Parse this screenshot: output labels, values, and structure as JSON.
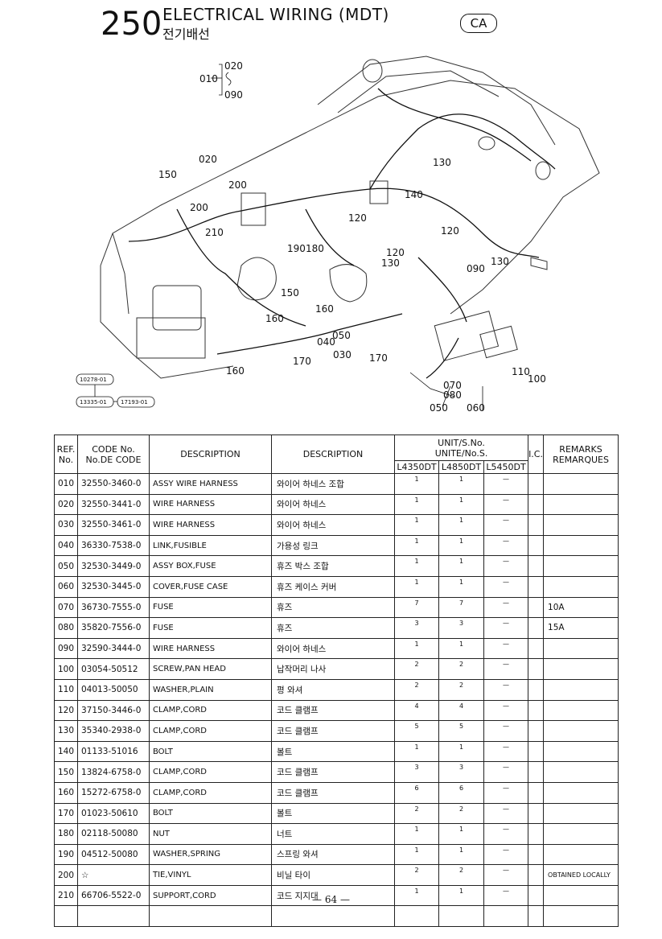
{
  "header": {
    "page_number": "250",
    "title_en": "ELECTRICAL WIRING (MDT)",
    "title_ko": "전기배선",
    "badge": "CA"
  },
  "diagram": {
    "callouts": [
      "010",
      "020",
      "090",
      "150",
      "020",
      "200",
      "200",
      "210",
      "190",
      "180",
      "120",
      "140",
      "130",
      "120",
      "120",
      "130",
      "090",
      "130",
      "150",
      "160",
      "160",
      "040",
      "050",
      "030",
      "170",
      "170",
      "160",
      "110",
      "100",
      "070",
      "080",
      "050",
      "060"
    ],
    "ref_boxes": [
      "10278-01",
      "13335-01",
      "17193-01"
    ]
  },
  "table": {
    "headers": {
      "ref": "REF.",
      "no": "No.",
      "code1": "CODE No.",
      "code2": "No.DE CODE",
      "desc_en": "DESCRIPTION",
      "desc_ko": "DESCRIPTION",
      "unit1": "UNIT/S.No.",
      "unit2": "UNITE/No.S.",
      "models": [
        "L4350DT",
        "L4850DT",
        "L5450DT"
      ],
      "ic": "I.C.",
      "remarks1": "REMARKS",
      "remarks2": "REMARQUES"
    },
    "rows": [
      {
        "ref": "010",
        "code": "32550-3460-0",
        "desc": "ASSY WIRE HARNESS",
        "ko": "와이어 하네스 조합",
        "q": [
          "1",
          "1",
          "—"
        ],
        "remarks": ""
      },
      {
        "ref": "020",
        "code": "32550-3441-0",
        "desc": "WIRE HARNESS",
        "ko": "와이어 하네스",
        "q": [
          "1",
          "1",
          "—"
        ],
        "remarks": ""
      },
      {
        "ref": "030",
        "code": "32550-3461-0",
        "desc": "WIRE HARNESS",
        "ko": "와이어 하네스",
        "q": [
          "1",
          "1",
          "—"
        ],
        "remarks": ""
      },
      {
        "ref": "040",
        "code": "36330-7538-0",
        "desc": "LINK,FUSIBLE",
        "ko": "가용성 링크",
        "q": [
          "1",
          "1",
          "—"
        ],
        "remarks": ""
      },
      {
        "ref": "050",
        "code": "32530-3449-0",
        "desc": "ASSY BOX,FUSE",
        "ko": "휴즈 박스 조합",
        "q": [
          "1",
          "1",
          "—"
        ],
        "remarks": ""
      },
      {
        "ref": "060",
        "code": "32530-3445-0",
        "desc": "COVER,FUSE CASE",
        "ko": "휴즈 케이스 커버",
        "q": [
          "1",
          "1",
          "—"
        ],
        "remarks": ""
      },
      {
        "ref": "070",
        "code": "36730-7555-0",
        "desc": "FUSE",
        "ko": "휴즈",
        "q": [
          "7",
          "7",
          "—"
        ],
        "remarks": "10A"
      },
      {
        "ref": "080",
        "code": "35820-7556-0",
        "desc": "FUSE",
        "ko": "휴즈",
        "q": [
          "3",
          "3",
          "—"
        ],
        "remarks": "15A"
      },
      {
        "ref": "090",
        "code": "32590-3444-0",
        "desc": "WIRE HARNESS",
        "ko": "와이어 하네스",
        "q": [
          "1",
          "1",
          "—"
        ],
        "remarks": ""
      },
      {
        "ref": "100",
        "code": "03054-50512",
        "desc": "SCREW,PAN HEAD",
        "ko": "납작머리 나사",
        "q": [
          "2",
          "2",
          "—"
        ],
        "remarks": ""
      },
      {
        "ref": "110",
        "code": "04013-50050",
        "desc": "WASHER,PLAIN",
        "ko": "평 와셔",
        "q": [
          "2",
          "2",
          "—"
        ],
        "remarks": ""
      },
      {
        "ref": "120",
        "code": "37150-3446-0",
        "desc": "CLAMP,CORD",
        "ko": "코드 클램프",
        "q": [
          "4",
          "4",
          "—"
        ],
        "remarks": ""
      },
      {
        "ref": "130",
        "code": "35340-2938-0",
        "desc": "CLAMP,CORD",
        "ko": "코드 클램프",
        "q": [
          "5",
          "5",
          "—"
        ],
        "remarks": ""
      },
      {
        "ref": "140",
        "code": "01133-51016",
        "desc": "BOLT",
        "ko": "볼트",
        "q": [
          "1",
          "1",
          "—"
        ],
        "remarks": ""
      },
      {
        "ref": "150",
        "code": "13824-6758-0",
        "desc": "CLAMP,CORD",
        "ko": "코드 클램프",
        "q": [
          "3",
          "3",
          "—"
        ],
        "remarks": ""
      },
      {
        "ref": "160",
        "code": "15272-6758-0",
        "desc": "CLAMP,CORD",
        "ko": "코드 클램프",
        "q": [
          "6",
          "6",
          "—"
        ],
        "remarks": ""
      },
      {
        "ref": "170",
        "code": "01023-50610",
        "desc": "BOLT",
        "ko": "볼트",
        "q": [
          "2",
          "2",
          "—"
        ],
        "remarks": ""
      },
      {
        "ref": "180",
        "code": "02118-50080",
        "desc": "NUT",
        "ko": "너트",
        "q": [
          "1",
          "1",
          "—"
        ],
        "remarks": ""
      },
      {
        "ref": "190",
        "code": "04512-50080",
        "desc": "WASHER,SPRING",
        "ko": "스프링 와셔",
        "q": [
          "1",
          "1",
          "—"
        ],
        "remarks": ""
      },
      {
        "ref": "200",
        "code": "☆",
        "desc": "TIE,VINYL",
        "ko": "비닐 타이",
        "q": [
          "2",
          "2",
          "—"
        ],
        "remarks": "OBTAINED LOCALLY"
      },
      {
        "ref": "210",
        "code": "66706-5522-0",
        "desc": "SUPPORT,CORD",
        "ko": "코드 지지대",
        "q": [
          "1",
          "1",
          "—"
        ],
        "remarks": ""
      },
      {
        "ref": "",
        "code": "",
        "desc": "",
        "ko": "",
        "q": [
          "",
          "",
          ""
        ],
        "remarks": ""
      }
    ]
  },
  "footer": {
    "page": "— 64 —"
  }
}
